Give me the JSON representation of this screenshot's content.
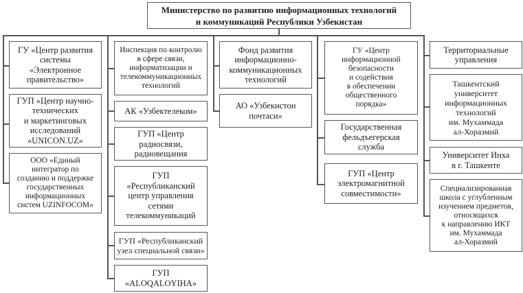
{
  "root": {
    "label": "Министерство по развитию информационных технологий\nи коммуникаций Республики Узбекистан"
  },
  "columns": [
    {
      "items": [
        "ГУ «Центр развития\nсистемы\n«Электронное\nправительство»",
        "ГУП «Центр научно-\nтехнических\nи маркетинговых\nисследований\n«UNICON.UZ»",
        "ООО «Единый\nинтегратор по\nсозданию и поддержке\nгосударственных\nинформационных\nсистем UZINFOCOM»"
      ]
    },
    {
      "items": [
        "Инспекция по контролю\nв сфере связи,\nинформатизации и\nтелекоммуникационных\nтехнологий",
        "АК «Узбектелеком»",
        "ГУП «Центр\nрадиосвязи,\nрадиовещания",
        "ГУП\n«Республиканский\nцентр управления\nсетями\nтелекоммуникаций",
        "ГУП «Республиканский\nузел специальной связи»",
        "ГУП\n«ALOQALOYIHA»"
      ]
    },
    {
      "items": [
        "Фонд развития\nинформационно-\nкоммуникационных\nтехнологий",
        "АО «Узбекистон\nпочтаси»"
      ]
    },
    {
      "items": [
        "ГУ «Центр\nинформационной\nбезопасности\nи содействия\nв обеспечении\nобщественного\nпорядка»",
        "Государственная\nфельдъегерская\nслужба",
        "ГУП «Центр\nэлектромагнитной\nсовместимости»"
      ]
    },
    {
      "items": [
        "Территориальные\nуправления",
        "Ташкентский\nуниверситет\nинформационных\nтехнологий\nим. Мухаммада\nал-Хоразмий",
        "Университет Инха\nв г. Ташкенте",
        "Специализированная\nшкола с углубленным\nизучением предметов,\nотносящихся\nк направлению ИКТ\nим. Мухаммада\nал-Хоразмий"
      ]
    }
  ]
}
